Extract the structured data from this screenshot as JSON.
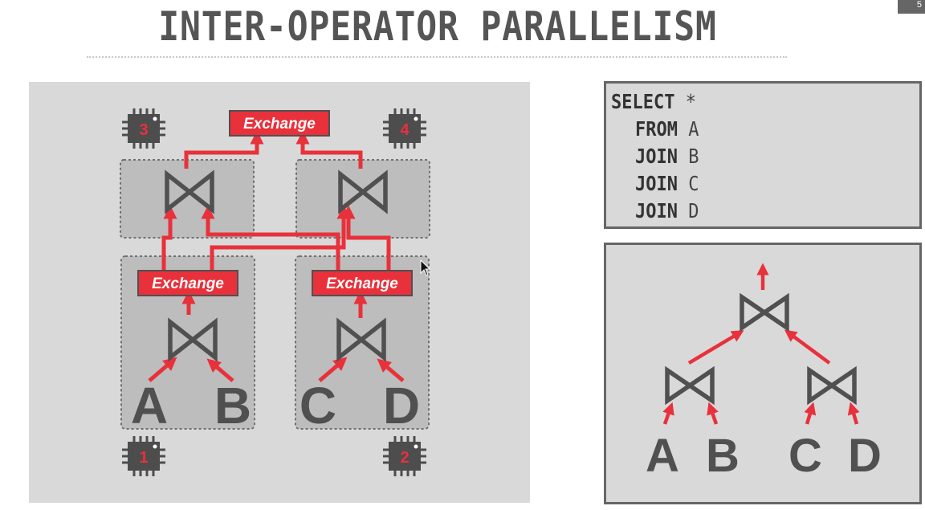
{
  "title": "INTER-OPERATOR PARALLELISM",
  "colors": {
    "accent": "#e8313b",
    "dark": "#505050",
    "panel": "#d9d9d9",
    "box": "#bdbdbd"
  },
  "diagram": {
    "exchange_label": "Exchange",
    "cores": [
      "1",
      "2",
      "3",
      "4"
    ],
    "tables": [
      "A",
      "B",
      "C",
      "D"
    ],
    "join_icon": "bowtie-join-icon",
    "core_icon": "cpu-chip-icon"
  },
  "sql": {
    "lines": [
      {
        "keyword": "SELECT",
        "value": "*"
      },
      {
        "keyword": "FROM",
        "value": "A"
      },
      {
        "keyword": "JOIN",
        "value": "B"
      },
      {
        "keyword": "JOIN",
        "value": "C"
      },
      {
        "keyword": "JOIN",
        "value": "D"
      }
    ]
  },
  "plan_tree": {
    "tables": [
      "A",
      "B",
      "C",
      "D"
    ]
  }
}
